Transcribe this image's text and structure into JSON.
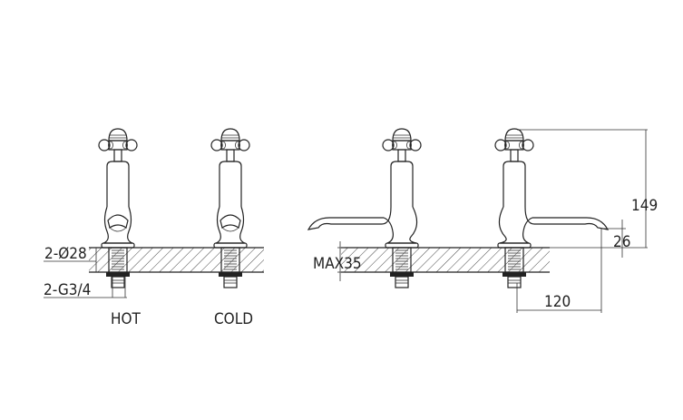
{
  "labels": {
    "hole_dia": "2-Ø28",
    "thread": "2-G3/4",
    "hot": "HOT",
    "cold": "COLD",
    "max_thickness": "MAX35",
    "height": "149",
    "spout_height": "26",
    "spout_reach": "120"
  },
  "colors": {
    "line": "#222222",
    "background": "#ffffff"
  }
}
